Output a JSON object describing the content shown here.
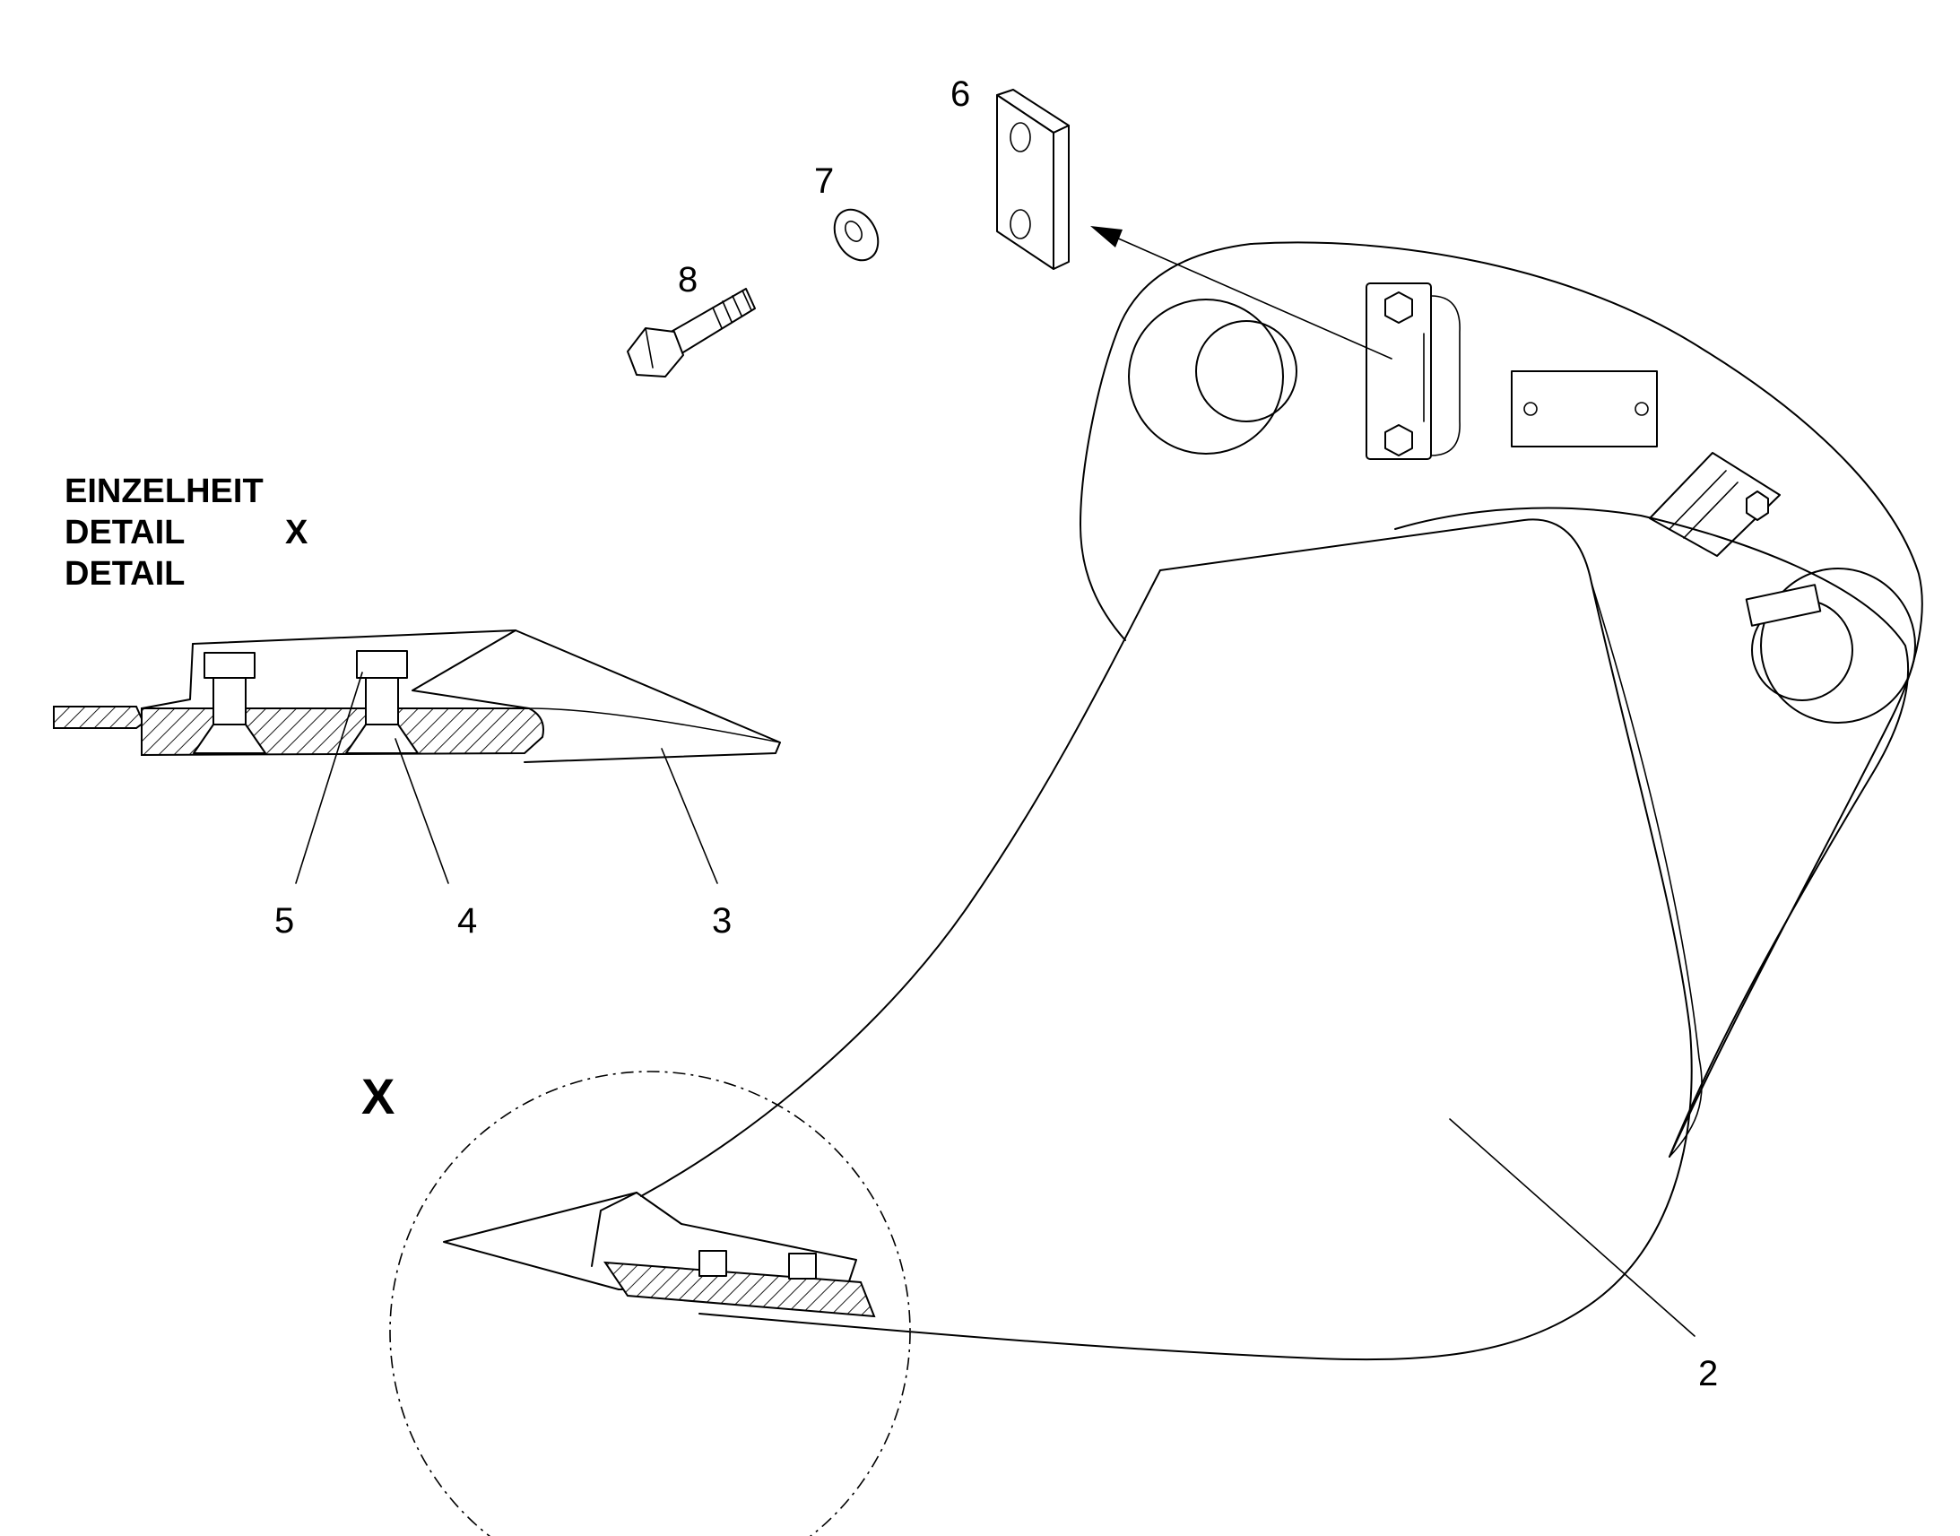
{
  "detail_heading": {
    "line1": "EINZELHEIT",
    "line2": "DETAIL",
    "line3": "DETAIL",
    "detail_letter": "X"
  },
  "detail_marker": "X",
  "callouts": {
    "bucket": "2",
    "tooth": "3",
    "bolt_countersunk": "4",
    "nut": "5",
    "plate": "6",
    "washer": "7",
    "hex_bolt": "8"
  }
}
